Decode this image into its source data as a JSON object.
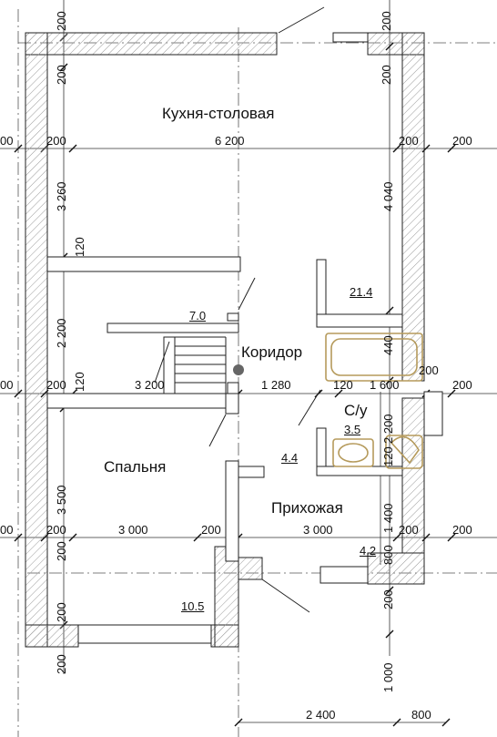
{
  "rooms": {
    "kitchen": "Кухня-столовая",
    "bedroom": "Спальня",
    "corridor": "Коридор",
    "bath": "С/у",
    "hall": "Прихожая"
  },
  "areas": {
    "stairs": "7.0",
    "bath": "3.5",
    "corridor": "4.4",
    "kitchen_bottom": "21.4",
    "hall_bottom": "4.2",
    "bedroom_bottom": "10.5"
  },
  "dims": {
    "d200": "200",
    "d6200": "6 200",
    "d3200": "3 200",
    "d1280": "1 280",
    "d120": "120",
    "d1600": "1 600",
    "d3000": "3 000",
    "d2400": "2 400",
    "d800": "800",
    "d3260": "3 260",
    "d2200": "2 200",
    "d3500": "3 500",
    "d4040": "4 040",
    "d440": "440",
    "d1400": "1 400",
    "d1000": "1 000",
    "d0": "00"
  },
  "colors": {
    "wall_line": "#222222",
    "hatch": "#9a9a9a",
    "fixture": "#b59a5b"
  }
}
